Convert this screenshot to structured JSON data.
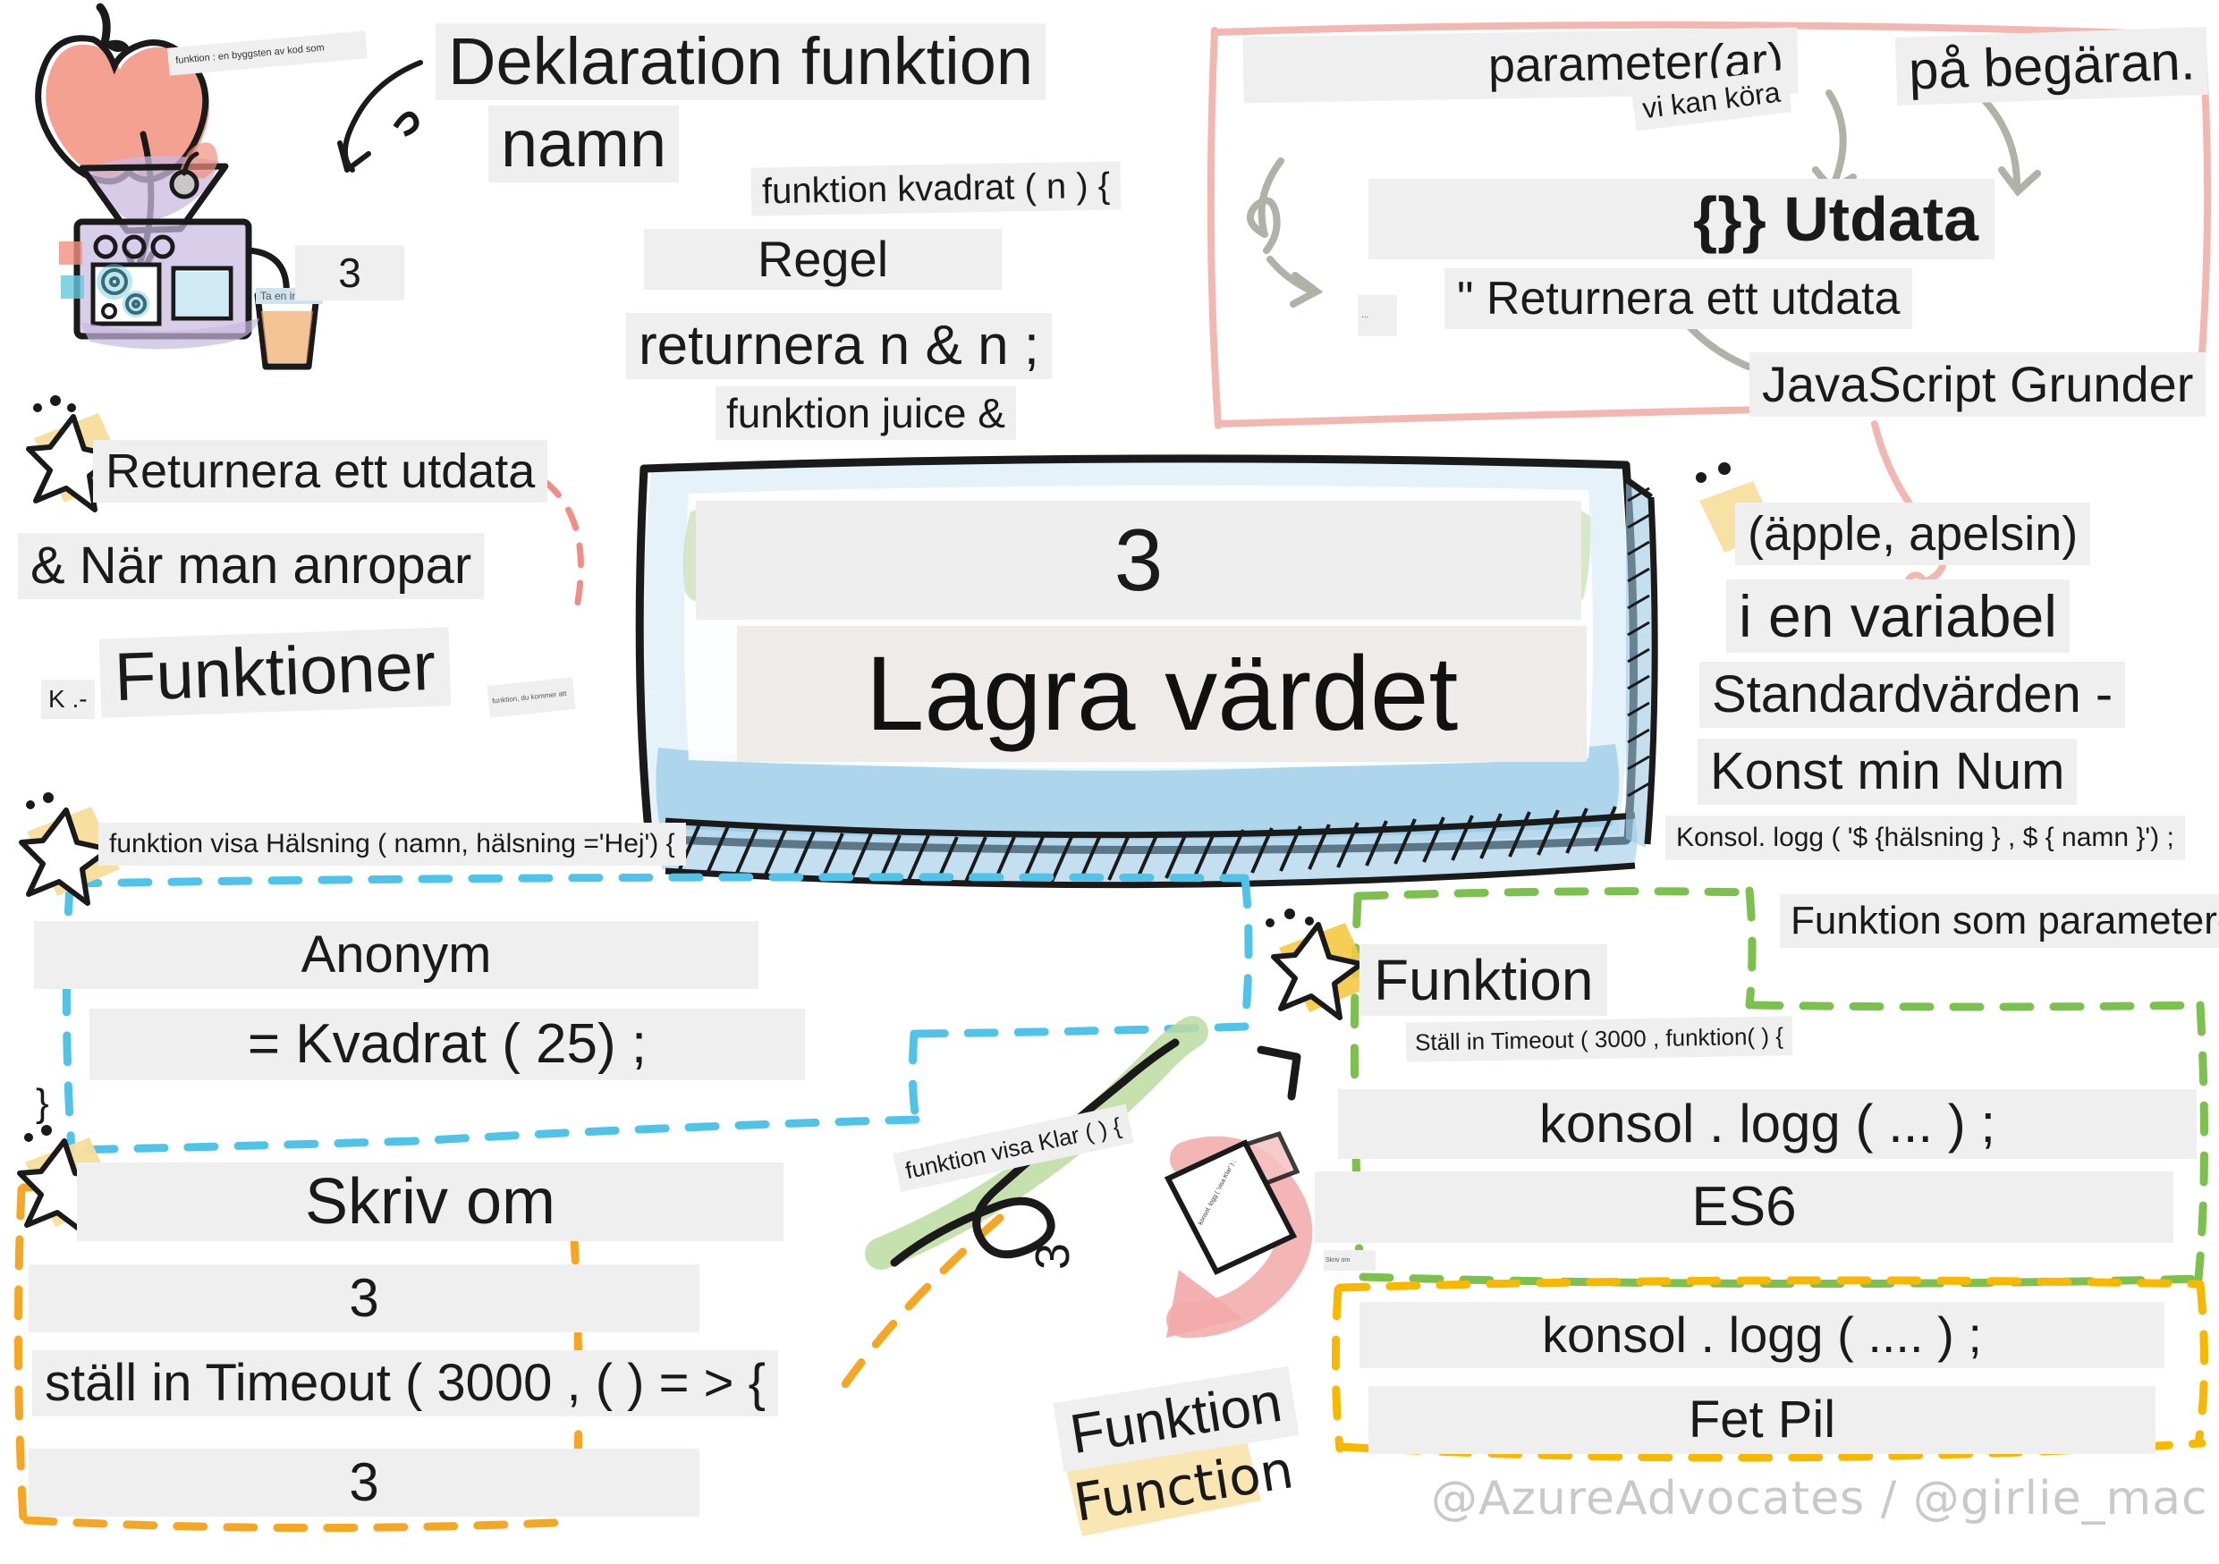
{
  "meta": {
    "watermark": "@AzureAdvocates / @girlie_mac"
  },
  "center_card": {
    "number": "3",
    "title": "Lagra värdet"
  },
  "top_left": {
    "note_machine": "funktion : en byggsten av kod som",
    "machine_input_label": "Ta en indata",
    "heading_line1": "Deklaration funktion",
    "heading_line2": "namn",
    "code_declaration": "funktion kvadrat ( n ) {",
    "rule": "Regel",
    "return_line": "returnera n & n ;",
    "juice_line": "funktion juice &",
    "step_number": "3"
  },
  "top_right_panel": {
    "parameter": "parameter(ar)",
    "vi_kan_kora": "vi kan köra",
    "pa_begaran": "på begäran.",
    "utdata": "{}} Utdata",
    "returnera_ett_utdata": "\" Returnera ett utdata",
    "javascript_grunder": "JavaScript Grunder",
    "tiny_mark": "..."
  },
  "left_column": {
    "returnera": "Returnera ett utdata",
    "nar_man_anropar": "& När man anropar",
    "funktioner": "Funktioner",
    "k_mark": "K .-",
    "tiny_note": "funktion, du kommer att",
    "greeting_code": "funktion visa Hälsning ( namn, hälsning ='Hej') {",
    "anonym": "Anonym",
    "kvadrat_call": "= Kvadrat ( 25) ;",
    "brace": "}",
    "skriv_om": "Skriv om",
    "skriv_om_number": "3",
    "timeout_arrow": "ställ in Timeout ( 3000 , ( ) = > {",
    "bottom_number": "3"
  },
  "right_column": {
    "apple_orange": "(äpple, apelsin)",
    "i_en_variabel": "i en variabel",
    "standardvarden": "Standardvärden -",
    "konst_min_num": "Konst min Num",
    "konsol_logg_template": "Konsol. logg ( '$ {hälsning } , $ { namn }') ;",
    "funktion_som_parameter": "Funktion som parameter-"
  },
  "green_box": {
    "funktion": "Funktion",
    "stall_in_timeout": "Ställ in Timeout ( 3000 , funktion( ) {",
    "konsol_logg": "konsol . logg ( ... ) ;",
    "es6": "ES6"
  },
  "orange_box": {
    "konsol_logg": "konsol . logg ( .... ) ;",
    "fet_pil": "Fet Pil"
  },
  "center_bottom": {
    "funktion_visa_klar": "funktion visa Klar ( ) {",
    "number_3": "3",
    "funktion_sv": "Funktion",
    "function_en": "Function",
    "tiny_a": "konsol. logg ( 'visa Klar' ) ;",
    "tiny_b": "Skriv om"
  },
  "colors": {
    "pink_border": "#f3b7b2",
    "blue_dash": "#4fc3e8",
    "green_dash": "#7cc04e",
    "orange_dash": "#f5a623",
    "yellow_dash": "#f9b800",
    "highlight_bg": "#efefef",
    "arrow_gray": "#b0b2a7",
    "apple_red": "#f2907f",
    "machine_purple": "#c9b9e0",
    "card_blue": "#a8d4ec",
    "star_yellow": "#f7de9a"
  }
}
